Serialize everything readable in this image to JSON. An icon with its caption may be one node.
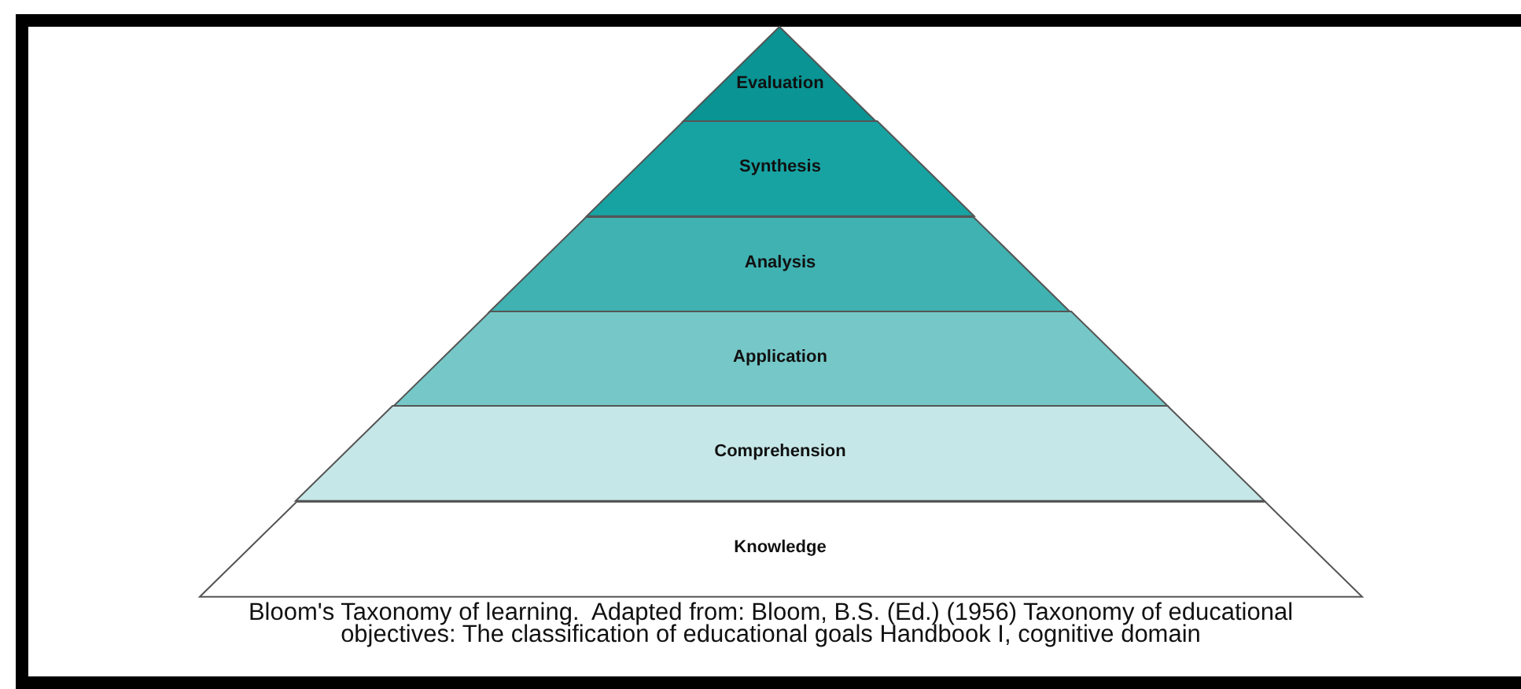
{
  "diagram": {
    "caption": "Bloom's Taxonomy of learning.  Adapted from: Bloom, B.S. (Ed.) (1956) Taxonomy of educational objectives: The classification of educational goals Handbook I, cognitive domain",
    "nodes": [
      {
        "text": [
          "Evaluation"
        ]
      },
      {
        "text": [
          "Synthesis"
        ]
      },
      {
        "text": [
          "Analysis"
        ]
      },
      {
        "text": [
          "Application"
        ]
      },
      {
        "text": [
          "Comprehension"
        ]
      },
      {
        "text": [
          "Knowledge"
        ]
      }
    ]
  }
}
